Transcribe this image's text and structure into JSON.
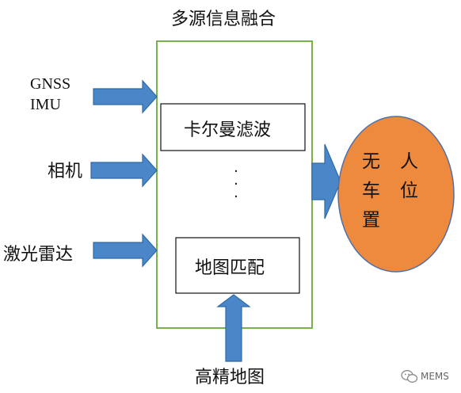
{
  "title": "多源信息融合",
  "inputs": {
    "gnss": "GNSS",
    "imu": "IMU",
    "camera": "相机",
    "lidar": "激光雷达",
    "hd_map": "高精地图"
  },
  "filters": {
    "kalman": "卡尔曼滤波",
    "ellipsis": "·",
    "map_matching": "地图匹配"
  },
  "output": {
    "char_wu": "无",
    "char_che": "车",
    "char_zhi": "置",
    "char_ren": "人",
    "char_wei": "位"
  },
  "watermark": "MEMS",
  "colors": {
    "arrow": "#4a86c8",
    "arrow_border": "#2f6aa8",
    "fusion_border": "#77b24a",
    "ellipse_fill": "#ee8a3d",
    "ellipse_border": "#4f6fa8"
  },
  "icons": {
    "watermark": "wechat-icon"
  }
}
